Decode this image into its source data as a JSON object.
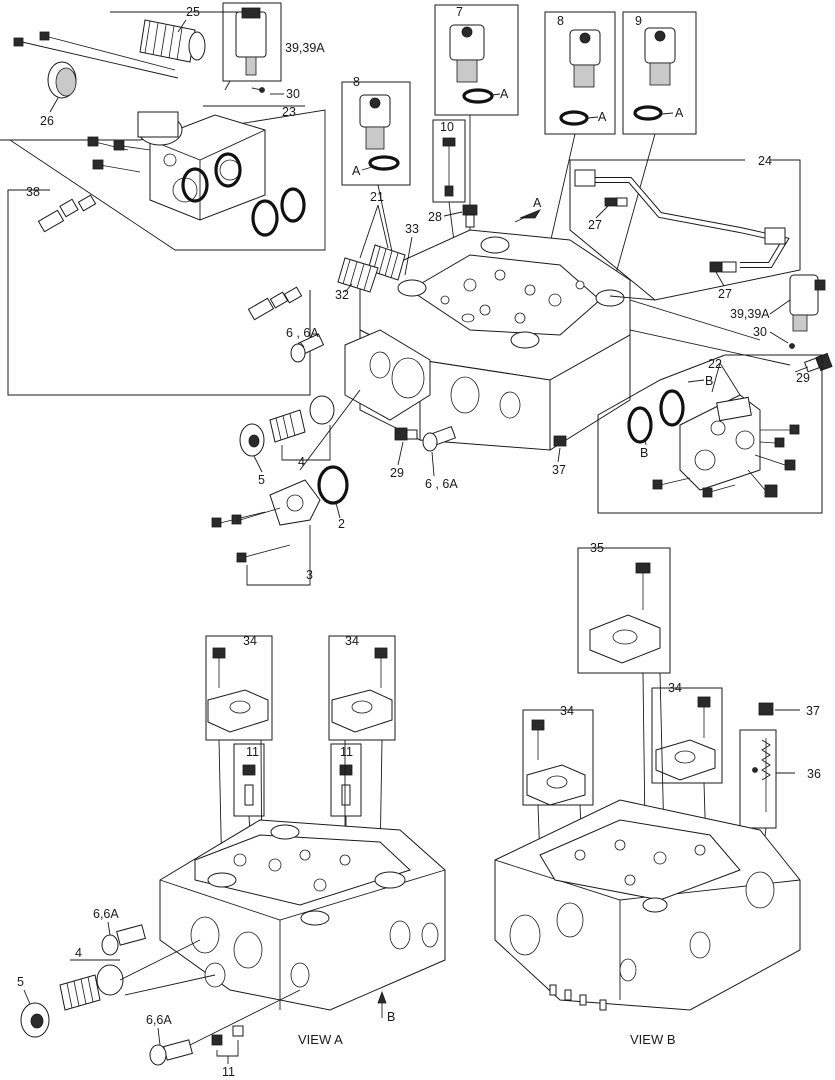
{
  "callouts": {
    "c25": "25",
    "c39a": "39,39A",
    "c30a": "30",
    "c26": "26",
    "c23": "23",
    "c7": "7",
    "c8a": "8",
    "c9": "9",
    "c8b": "8",
    "c10": "10",
    "cAa": "A",
    "cAb": "A",
    "cAc": "A",
    "cAd": "A",
    "cAarrow": "A",
    "c38": "38",
    "c21": "21",
    "c33": "33",
    "c28": "28",
    "c32": "32",
    "c24": "24",
    "c27a": "27",
    "c27b": "27",
    "c39b": "39,39A",
    "c30b": "30",
    "c29a": "29",
    "c22": "22",
    "cBa": "B",
    "cBb": "B",
    "c66a": "6 , 6A",
    "c5a": "5",
    "c4a": "4",
    "c29b": "29",
    "c66b": "6 , 6A",
    "c37a": "37",
    "c2": "2",
    "c3": "3",
    "c35": "35",
    "c34a": "34",
    "c34b": "34",
    "c34c": "34",
    "c34d": "34",
    "c11a": "11",
    "c11b": "11",
    "c37b": "37",
    "c36": "36",
    "c66c": "6,6A",
    "c4b": "4",
    "c5b": "5",
    "c66d": "6,6A",
    "c11c": "11",
    "cBarrow": "B"
  },
  "views": {
    "viewA": "VIEW A",
    "viewB": "VIEW B"
  }
}
